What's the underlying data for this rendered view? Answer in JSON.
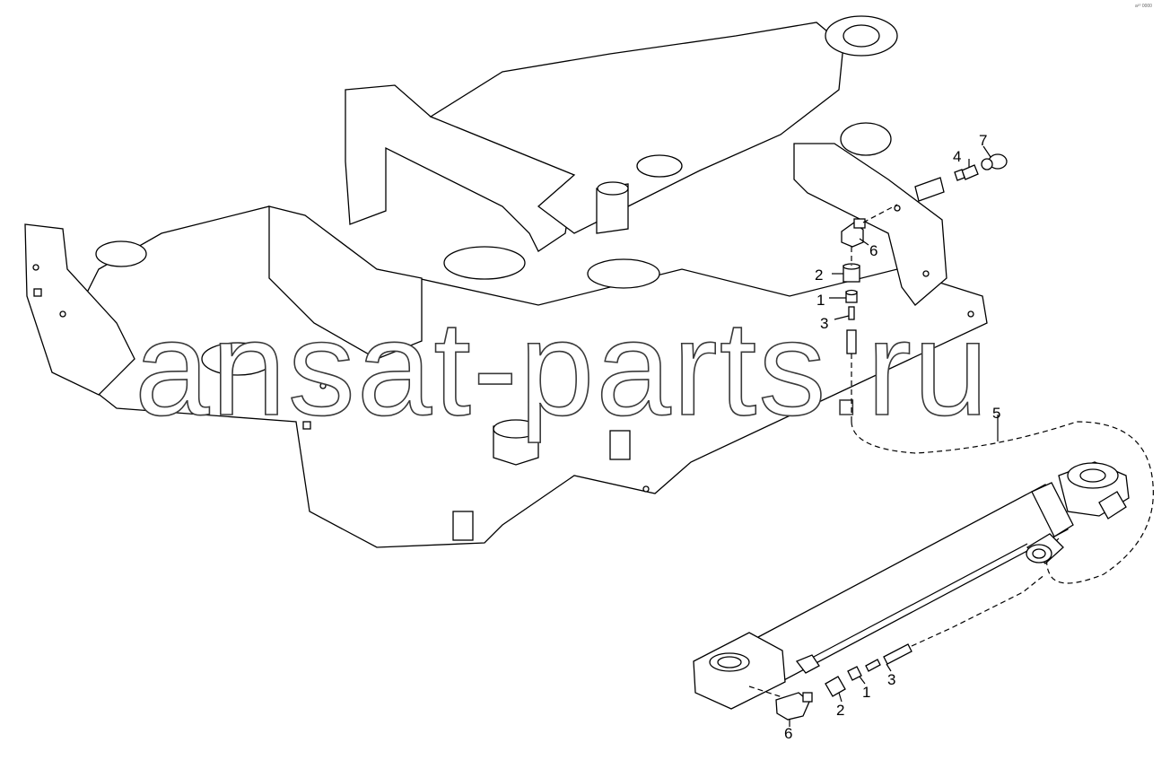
{
  "watermark_text": "ansat-parts.ru",
  "corner_mark": "a²⁰ 0000",
  "callouts": [
    {
      "id": "c4a",
      "label": "4"
    },
    {
      "id": "c7a",
      "label": "7"
    },
    {
      "id": "c6a",
      "label": "6"
    },
    {
      "id": "c2a",
      "label": "2"
    },
    {
      "id": "c1a",
      "label": "1"
    },
    {
      "id": "c3a",
      "label": "3"
    },
    {
      "id": "c5",
      "label": "5"
    },
    {
      "id": "c1b",
      "label": "1"
    },
    {
      "id": "c3b",
      "label": "3"
    },
    {
      "id": "c2b",
      "label": "2"
    },
    {
      "id": "c6b",
      "label": "6"
    }
  ]
}
